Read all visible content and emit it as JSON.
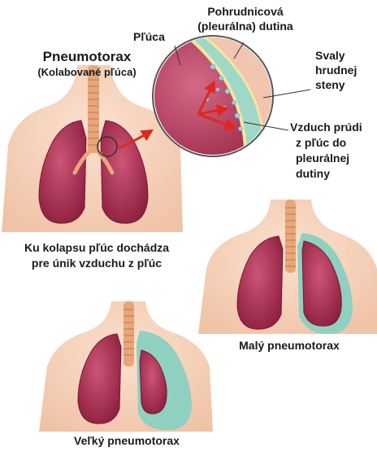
{
  "title": "Pneumotorax",
  "subtitle": "(Kolabované pľúca)",
  "labels": {
    "lung": "Pľúca",
    "pleural_cavity_line1": "Pohrudnicová",
    "pleural_cavity_line2": "(pleurálna) dutina",
    "muscles_line1": "Svaly",
    "muscles_line2": "hrudnej",
    "muscles_line3": "steny",
    "airflow_line1": "Vzduch prúdi",
    "airflow_line2": "z pľúc do",
    "airflow_line3": "pleurálnej",
    "airflow_line4": "dutiny"
  },
  "description_line1": "Ku kolapsu pľúc dochádza",
  "description_line2": "pre únik vzduchu z pľúc",
  "small_caption": "Malý pneumotorax",
  "large_caption": "Veľký pneumotorax",
  "colors": {
    "skin": "#f5cfb6",
    "lung": "#b8395a",
    "lung_dark": "#8e1f3f",
    "trachea": "#e8a77a",
    "air_space": "#8fd0c0",
    "arrow": "#e0261f"
  }
}
